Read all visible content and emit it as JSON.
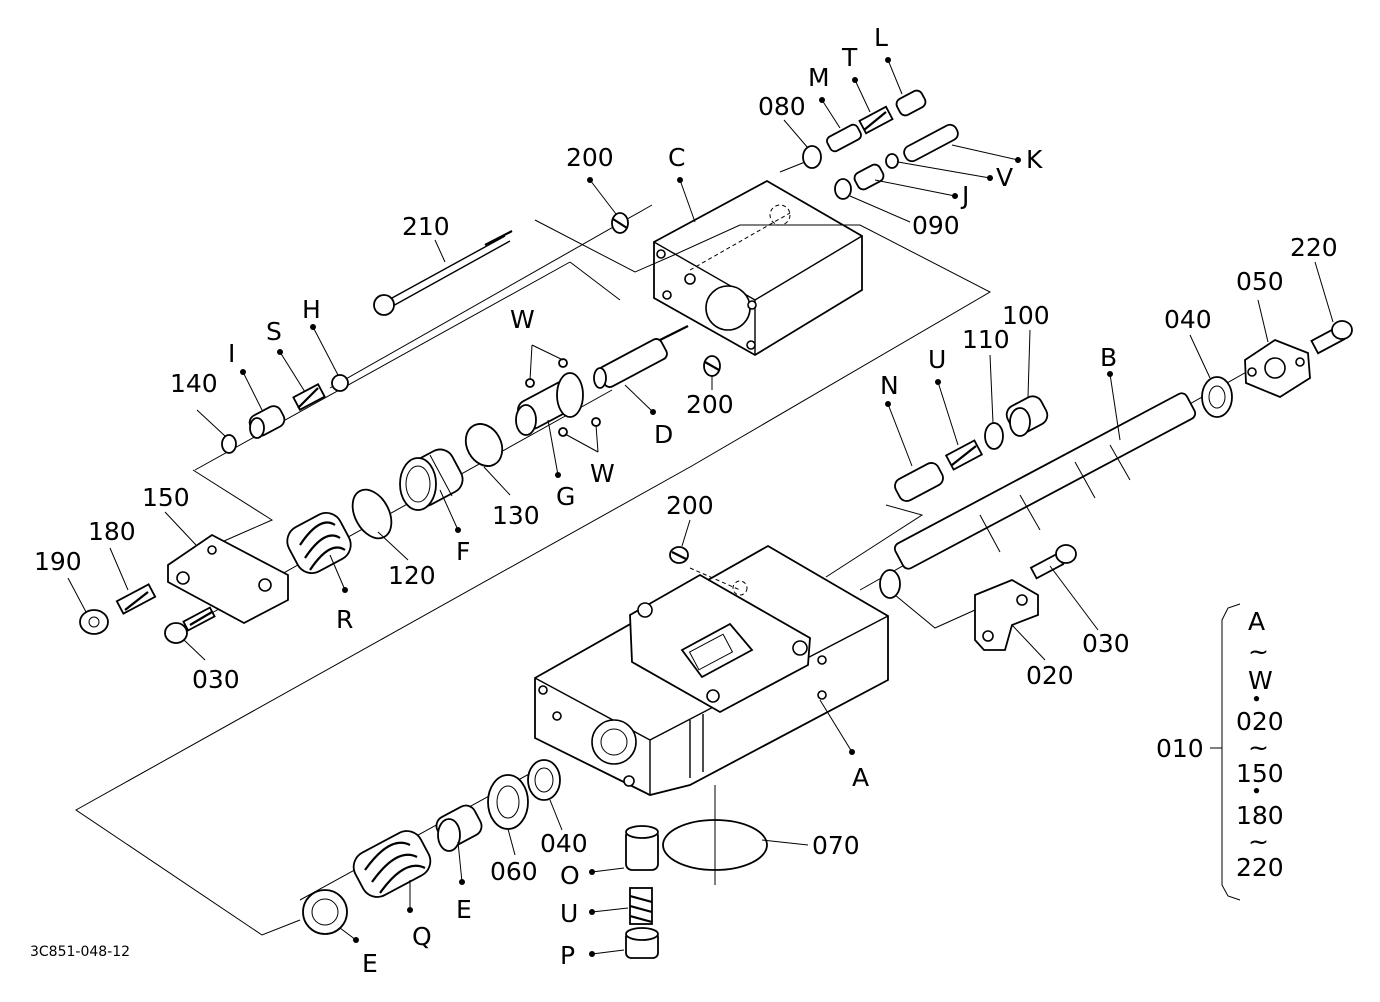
{
  "diagram_code": "3C851-048-12",
  "labels": {
    "p200a": "200",
    "pC": "C",
    "p080": "080",
    "pM": "M",
    "pT": "T",
    "pL": "L",
    "pK": "K",
    "pV": "V",
    "pJ": "J",
    "p090": "090",
    "p210": "210",
    "pH": "H",
    "pS": "S",
    "pI": "I",
    "p140": "140",
    "pW1": "W",
    "pW2": "W",
    "pD": "D",
    "p200b": "200",
    "pG": "G",
    "p130": "130",
    "pF": "F",
    "p120": "120",
    "pR": "R",
    "p150": "150",
    "p180": "180",
    "p190": "190",
    "p030a": "030",
    "pN": "N",
    "pU1": "U",
    "p110": "110",
    "p100": "100",
    "pB": "B",
    "p040a": "040",
    "p050": "050",
    "p220": "220",
    "p200c": "200",
    "p030b": "030",
    "p020": "020",
    "pA": "A",
    "p040b": "040",
    "p060": "060",
    "pE1": "E",
    "p070": "070",
    "pO": "O",
    "pU2": "U",
    "pP": "P",
    "pQ": "Q",
    "pE2": "E"
  },
  "assembly": {
    "label": "010",
    "range_lines": [
      "A",
      "~",
      "W",
      "・",
      "020",
      "~",
      "150",
      "・",
      "180",
      "~",
      "220"
    ]
  }
}
